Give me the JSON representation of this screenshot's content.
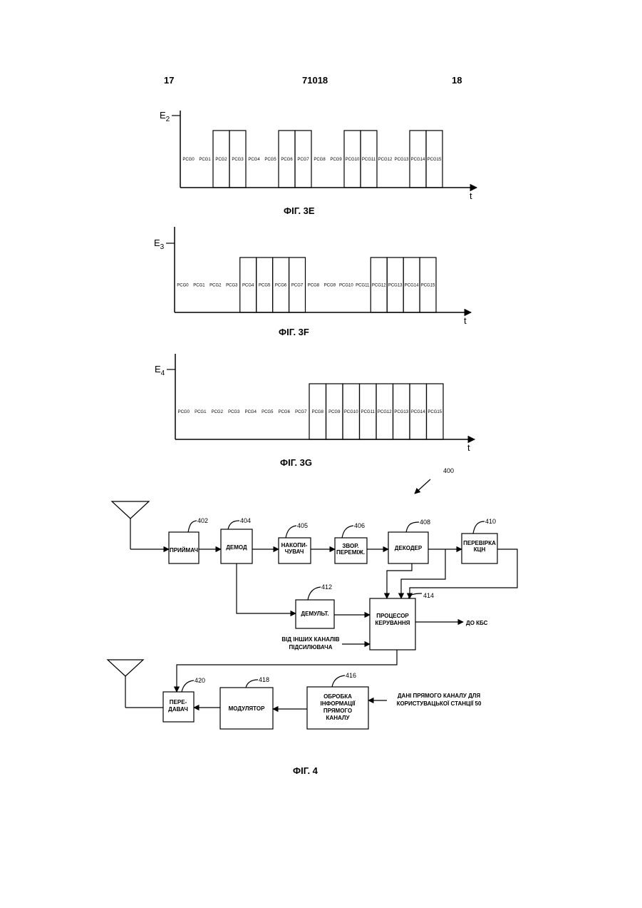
{
  "header": {
    "left_page": "17",
    "doc_number": "71018",
    "right_page": "18"
  },
  "timing_charts": [
    {
      "axis_label_main": "E",
      "axis_label_sub": "2",
      "time_label": "t",
      "caption": "ФІГ. 3Е",
      "slots": [
        "PCG0",
        "PCG1",
        "PCG2",
        "PCG3",
        "PCG4",
        "PCG5",
        "PCG6",
        "PCG7",
        "PCG8",
        "PCG9",
        "PCG10",
        "PCG11",
        "PCG12",
        "PCG13",
        "PCG14",
        "PCG15"
      ],
      "active_slots": [
        2,
        3,
        6,
        7,
        10,
        11,
        14,
        15
      ]
    },
    {
      "axis_label_main": "E",
      "axis_label_sub": "3",
      "time_label": "t",
      "caption": "ФІГ. 3F",
      "slots": [
        "PCG0",
        "PCG1",
        "PCG2",
        "PCG3",
        "PCG4",
        "PCG5",
        "PCG6",
        "PCG7",
        "PCG8",
        "PCG9",
        "PCG10",
        "PCG11",
        "PCG12",
        "PCG13",
        "PCG14",
        "PCG15"
      ],
      "active_slots": [
        4,
        5,
        6,
        7,
        12,
        13,
        14,
        15
      ]
    },
    {
      "axis_label_main": "E",
      "axis_label_sub": "4",
      "time_label": "t",
      "caption": "ФІГ. 3G",
      "slots": [
        "PCG0",
        "PCG1",
        "PCG2",
        "PCG3",
        "PCG4",
        "PCG5",
        "PCG6",
        "PCG7",
        "PCG8",
        "PCG9",
        "PCG10",
        "PCG11",
        "PCG12",
        "PCG13",
        "PCG14",
        "PCG15"
      ],
      "active_slots": [
        8,
        9,
        10,
        11,
        12,
        13,
        14,
        15
      ]
    }
  ],
  "block_diagram": {
    "ref_main": "400",
    "blocks": {
      "receiver": {
        "ref": "402",
        "lines": [
          "ПРИЙМАЧ"
        ]
      },
      "demod": {
        "ref": "404",
        "lines": [
          "ДЕМОД"
        ]
      },
      "accumulator": {
        "ref": "405",
        "lines": [
          "НАКОПИ-",
          "ЧУВАЧ"
        ]
      },
      "deinterleaver": {
        "ref": "406",
        "lines": [
          "ЗВОР.",
          "ПЕРЕМІЖ."
        ]
      },
      "decoder": {
        "ref": "408",
        "lines": [
          "ДЕКОДЕР"
        ]
      },
      "crc_check": {
        "ref": "410",
        "lines": [
          "ПЕРЕВІРКА",
          "КЦН"
        ]
      },
      "demux": {
        "ref": "412",
        "lines": [
          "ДЕМУЛЬТ."
        ]
      },
      "control_processor": {
        "ref": "414",
        "lines": [
          "ПРОЦЕСОР",
          "КЕРУВАННЯ"
        ]
      },
      "fwd_info_processing": {
        "ref": "416",
        "lines": [
          "ОБРОБКА",
          "ІНФОРМАЦІЇ",
          "ПРЯМОГО",
          "КАНАЛУ"
        ]
      },
      "modulator": {
        "ref": "418",
        "lines": [
          "МОДУЛЯТОР"
        ]
      },
      "transmitter": {
        "ref": "420",
        "lines": [
          "ПЕРЕ-",
          "ДАВАЧ"
        ]
      }
    },
    "labels": {
      "to_bsc": "ДО КБС",
      "other_channels_1": "ВІД ІНШИХ КАНАЛІВ",
      "other_channels_2": "ПІДСИЛЮВАЧА",
      "fwd_data_1": "ДАНІ ПРЯМОГО КАНАЛУ ДЛЯ",
      "fwd_data_2": "КОРИСТУВАЦЬКОЇ СТАНЦІЇ 50"
    },
    "caption": "ФІГ. 4"
  }
}
